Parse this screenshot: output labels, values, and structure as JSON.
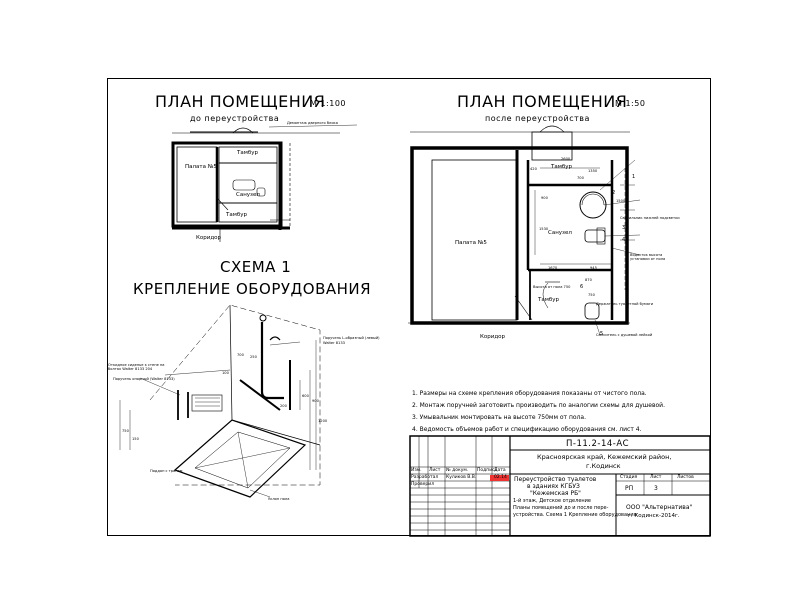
{
  "left": {
    "title": "ПЛАН ПОМЕЩЕНИЯ",
    "scale": "М 1:100",
    "subtitle": "до переустройства",
    "rooms": {
      "ward": "Палата №5",
      "vestibule_top": "Тамбур",
      "bathroom": "Санузел",
      "vestibule_bottom": "Тамбур",
      "corridor": "Коридор"
    },
    "dismantle_note": "Демонтаж дверного блока"
  },
  "scheme": {
    "title_line1": "СХЕМА 1",
    "title_line2": "КРЕПЛЕНИЕ ОБОРУДОВАНИЯ",
    "notes": {
      "seat": "Откидное сиденье к стене на болтах Walter 8133 204",
      "handrail": "Поручень опорный (Walter 8133)",
      "rail_left": "Поручень L-образный (левый)",
      "rail_note": "Walter 8133",
      "tray": "Поддон с трапом",
      "floor": "Уклон пола"
    },
    "dims": {
      "d1": "100",
      "d2": "250",
      "d3": "700",
      "d4": "900",
      "d5": "1200",
      "d6": "600",
      "d7": "750",
      "d8": "150",
      "d9": "200"
    }
  },
  "right": {
    "title": "ПЛАН ПОМЕЩЕНИЯ",
    "scale": "М 1:50",
    "subtitle": "после переустройства",
    "rooms": {
      "vestibule_top": "Тамбур",
      "ward": "Палата №5",
      "bathroom": "Санузел",
      "vestibule_bottom": "Тамбур",
      "corridor": "Коридор"
    },
    "dims": {
      "d1": "2600",
      "d2": "1350",
      "d3": "700",
      "d4": "900",
      "d5": "1670",
      "d6": "945",
      "d7": "870",
      "d8": "750",
      "d9": "1530",
      "d10": "420",
      "d11": "1500"
    },
    "callouts": [
      "1",
      "2",
      "3",
      "4",
      "5",
      "6"
    ],
    "notes": {
      "n1": "Светильник нижней подсветки",
      "n2": "Водосток высота установки от пола",
      "n3": "Высота от пола 750",
      "n4": "Смеситель с душевой лейкой",
      "n5": "Держатель туалетной бумаги"
    }
  },
  "general_notes": [
    "1. Размеры на схеме крепления оборудования показаны от чистого пола.",
    "2. Монтаж поручней заготовить производить по аналогии схемы для душевой.",
    "3. Умывальник монтировать на высоте 750мм от пола.",
    "4. Ведомость объемов работ и спецификацию оборудования см. лист 4."
  ],
  "title_block": {
    "code": "П-11.2-14-АС",
    "org_line1": "Красноярская край, Кежемский район,",
    "org_line2": "г.Кодинск",
    "headers": [
      "Изм.",
      "Лист",
      "№ докум.",
      "Подпись",
      "Дата"
    ],
    "rows": [
      {
        "role": "Разработал",
        "name": "Куликов В.В.",
        "date": "02.14"
      },
      {
        "role": "Проверил",
        "name": "",
        "date": ""
      }
    ],
    "project_line1": "Переустройство туалетов",
    "project_line2": "в зданиях КГБУЗ",
    "project_line3": "\"Кежемская РБ\"",
    "sheet_desc_line1": "1-й этаж, Детское отделение",
    "sheet_desc_line2": "Планы помещений до и после пере-",
    "sheet_desc_line3": "устройства. Схема 1 Крепление оборудования",
    "stage_label": "Стадия",
    "sheet_label": "Лист",
    "sheets_label": "Листов",
    "stage": "РП",
    "sheet": "3",
    "sheets": "",
    "company_line1": "ООО \"Альтернатива\"",
    "company_line2": "г. Кодинск-2014г."
  }
}
